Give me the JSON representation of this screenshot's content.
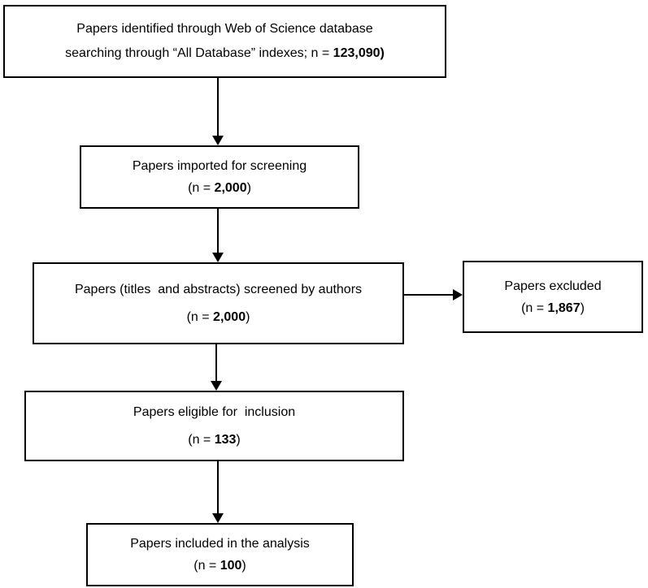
{
  "diagram": {
    "kind": "flowchart",
    "colors": {
      "border": "#000000",
      "text": "#000000",
      "background": "#ffffff"
    }
  },
  "boxes": {
    "identified": {
      "line1": "Papers identified through Web of Science database",
      "count_prefix": "searching through “All Database” indexes; n = ",
      "count": "123,090",
      "count_suffix": ")"
    },
    "imported": {
      "line1": "Papers imported for screening",
      "count_prefix": "(n = ",
      "count": "2,000",
      "count_suffix": ")"
    },
    "screened": {
      "line1": "Papers (titles  and abstracts) screened by authors",
      "count_prefix": "(n = ",
      "count": "2,000",
      "count_suffix": ")"
    },
    "excluded": {
      "line1": "Papers excluded",
      "count_prefix": "(n = ",
      "count": "1,867",
      "count_suffix": ")"
    },
    "eligible": {
      "line1": "Papers eligible for  inclusion",
      "count_prefix": "(n = ",
      "count": "133",
      "count_suffix": ")"
    },
    "included": {
      "line1": "Papers included in the analysis",
      "count_prefix": "(n = ",
      "count": "100",
      "count_suffix": ")"
    }
  },
  "arrows": [
    {
      "name": "arrow-down-identified-to-imported",
      "direction": "down"
    },
    {
      "name": "arrow-down-imported-to-screened",
      "direction": "down"
    },
    {
      "name": "arrow-right-screened-to-excluded",
      "direction": "right"
    },
    {
      "name": "arrow-down-screened-to-eligible",
      "direction": "down"
    },
    {
      "name": "arrow-down-eligible-to-included",
      "direction": "down"
    }
  ]
}
